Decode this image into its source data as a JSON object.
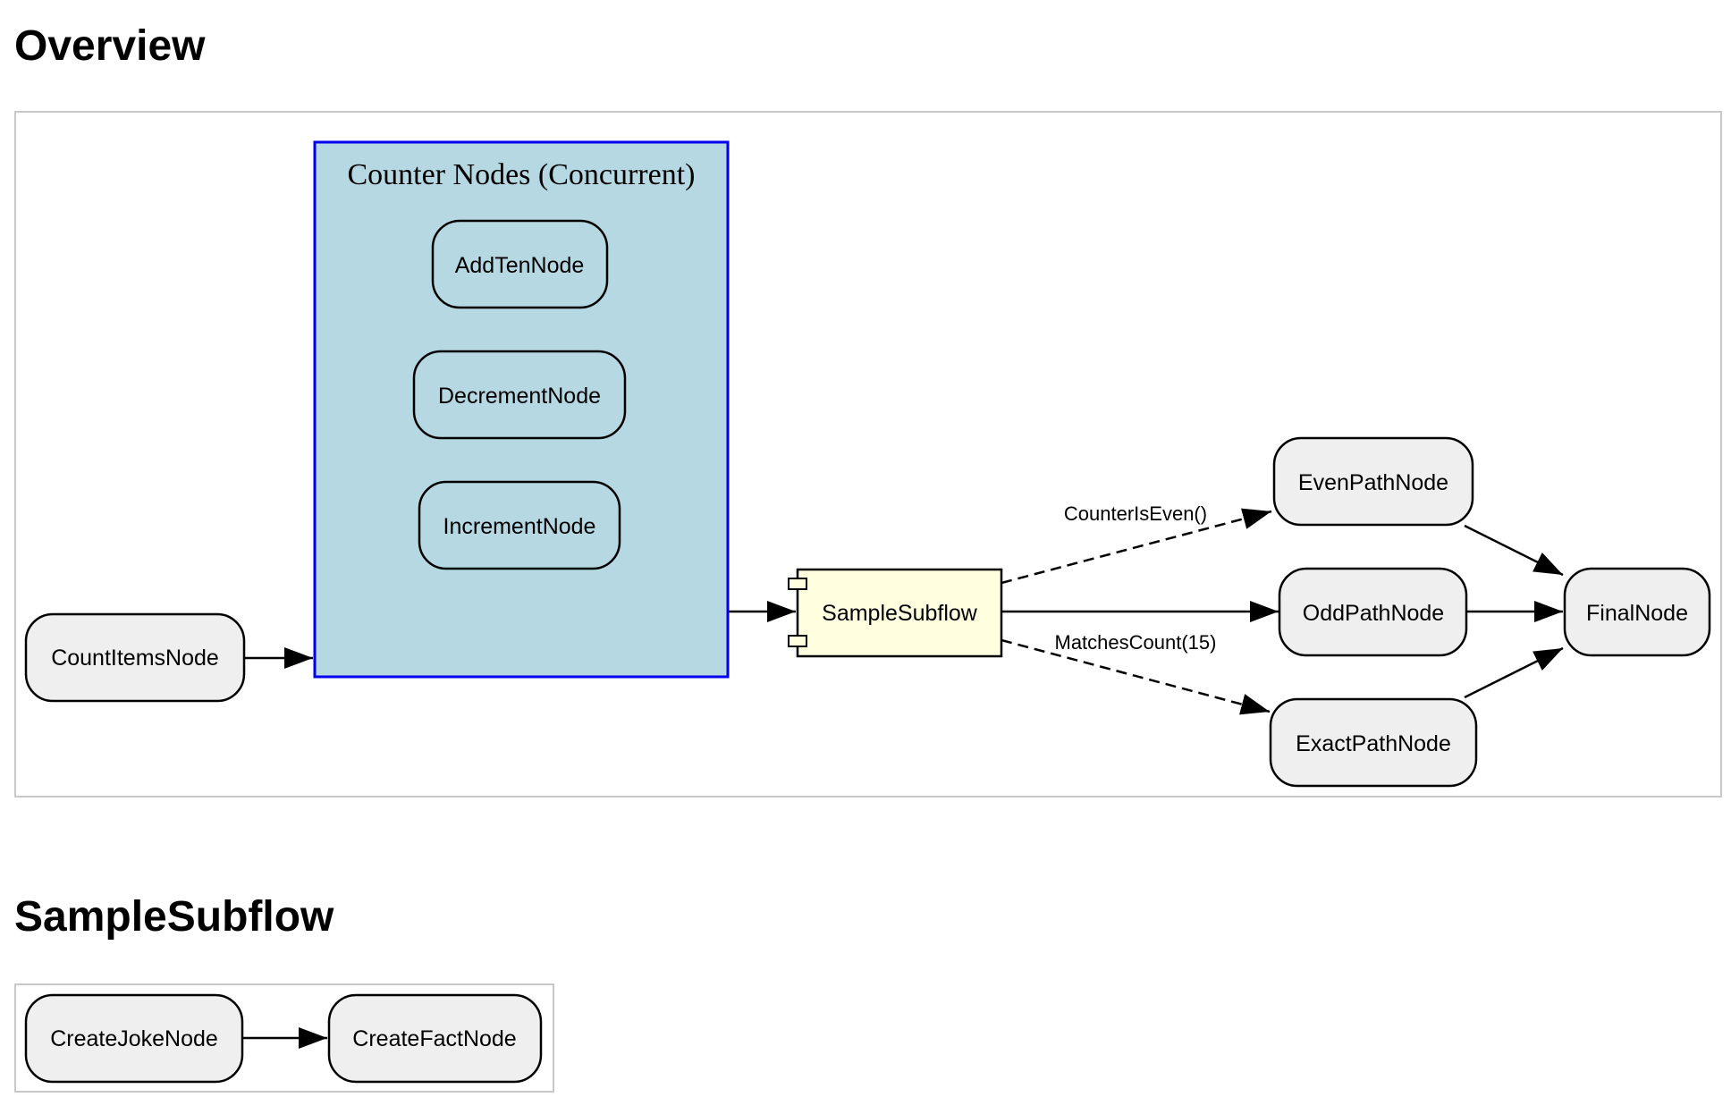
{
  "sections": {
    "overview_title": "Overview",
    "subflow_title": "SampleSubflow"
  },
  "overview": {
    "cluster_label": "Counter Nodes (Concurrent)",
    "nodes": {
      "count_items": "CountItemsNode",
      "add_ten": "AddTenNode",
      "decrement": "DecrementNode",
      "increment": "IncrementNode",
      "sample_subflow": "SampleSubflow",
      "even_path": "EvenPathNode",
      "odd_path": "OddPathNode",
      "exact_path": "ExactPathNode",
      "final": "FinalNode"
    },
    "edge_labels": {
      "counter_is_even": "CounterIsEven()",
      "matches_count": "MatchesCount(15)"
    },
    "colors": {
      "node_fill": "#efefef",
      "cluster_fill": "#b5d8e3",
      "cluster_border": "#0000ee",
      "subflow_fill": "#ffffe0",
      "frame_border": "#c8c8c8"
    }
  },
  "subflow": {
    "nodes": {
      "create_joke": "CreateJokeNode",
      "create_fact": "CreateFactNode"
    }
  }
}
